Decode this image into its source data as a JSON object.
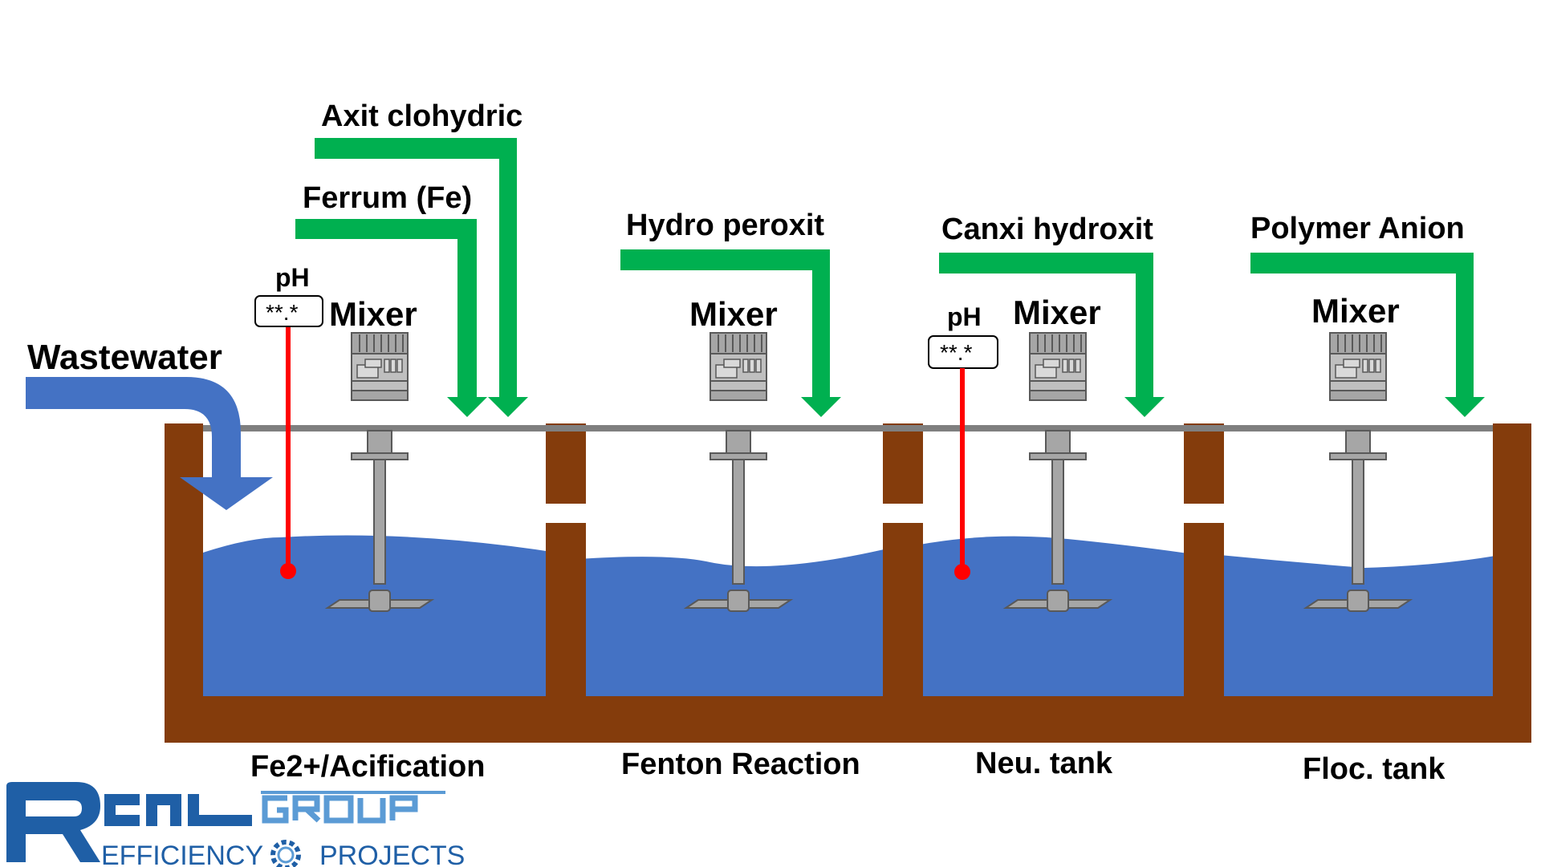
{
  "inlet": {
    "label": "Wastewater"
  },
  "chemicals": {
    "acid": "Axit clohydric",
    "iron": "Ferrum (Fe)",
    "peroxide": "Hydro peroxit",
    "lime": "Canxi hydroxit",
    "polymer": "Polymer Anion"
  },
  "mixers": [
    "Mixer",
    "Mixer",
    "Mixer",
    "Mixer"
  ],
  "ph_sensors": [
    {
      "label": "pH",
      "value": "**.*"
    },
    {
      "label": "pH",
      "value": "**.*"
    }
  ],
  "tanks": [
    "Fe2+/Acification",
    "Fenton Reaction",
    "Neu. tank",
    "Floc. tank"
  ],
  "logo": {
    "brand": "REALGROUP",
    "left": "EFFICIENCY",
    "right": "PROJECTS"
  },
  "colors": {
    "water": "#4472c4",
    "wall": "#843c0c",
    "chemical_arrow": "#00b050",
    "inlet_arrow": "#4472c4",
    "ph_probe": "#ff0000",
    "mixer": "#a6a6a6",
    "logo_dark": "#1f5fa6",
    "logo_light": "#5b9bd5"
  }
}
